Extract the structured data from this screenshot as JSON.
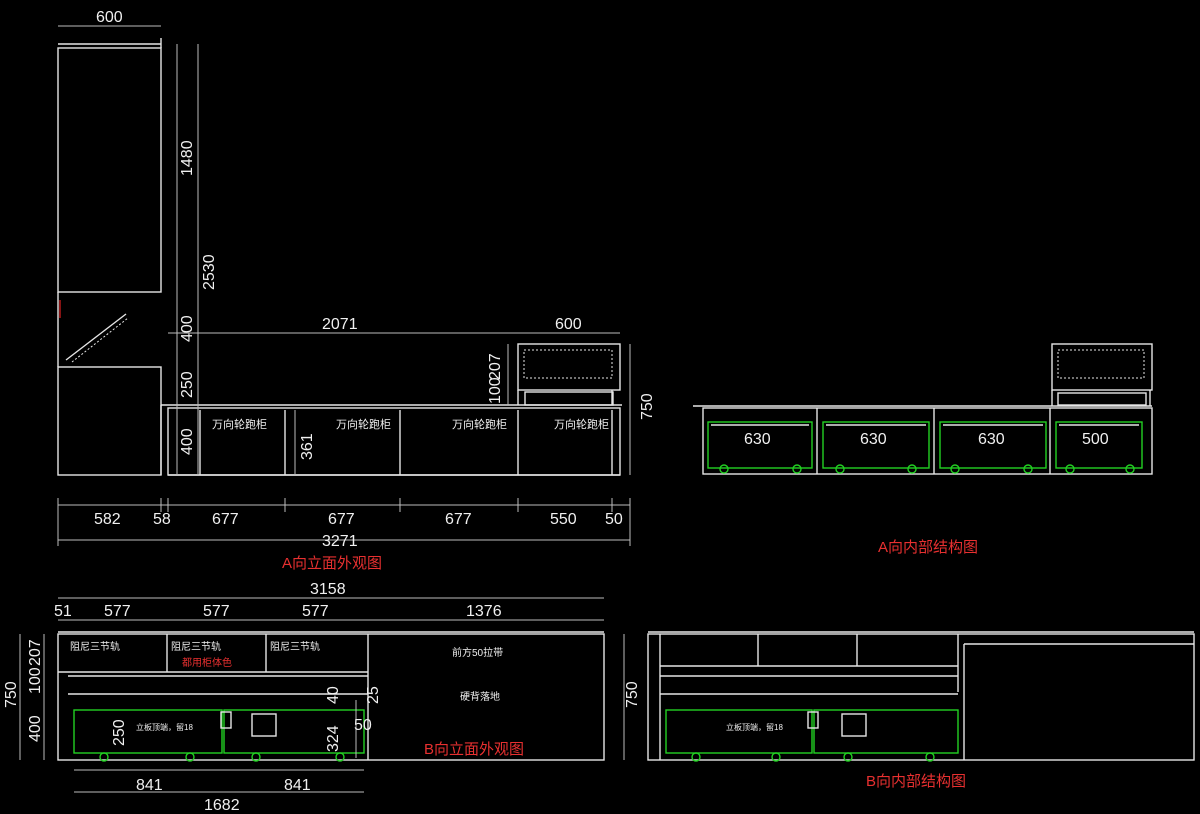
{
  "drawing": {
    "view_titles": {
      "a_elevation": "A向立面外观图",
      "a_internal": "A向内部结构图",
      "b_elevation": "B向立面外观图",
      "b_internal": "B向内部结构图"
    },
    "dimensions_a": {
      "top_width": "600",
      "tall_upper": "1480",
      "tall_total": "2530",
      "gap_400": "400",
      "gap_250": "250",
      "base_400": "400",
      "run_2071": "2071",
      "right_600": "600",
      "right_207": "207",
      "right_100": "100",
      "right_750": "750",
      "door_361": "361",
      "bottom_582": "582",
      "bottom_58": "58",
      "bottom_677a": "677",
      "bottom_677b": "677",
      "bottom_677c": "677",
      "bottom_550": "550",
      "bottom_50": "50",
      "total_3271": "3271"
    },
    "labels_a": {
      "cab1": "万向轮跑柜",
      "cab2": "万向轮跑柜",
      "cab3": "万向轮跑柜",
      "cab4": "万向轮跑柜"
    },
    "internal_a": {
      "d1": "630",
      "d2": "630",
      "d3": "630",
      "d4": "500"
    },
    "dimensions_b": {
      "total_3158": "3158",
      "d51": "51",
      "d577a": "577",
      "d577b": "577",
      "d577c": "577",
      "d1376": "1376",
      "h750": "750",
      "h207": "207",
      "h100": "100",
      "h400": "400",
      "d250": "250",
      "d40": "40",
      "d25": "25",
      "d324": "324",
      "d50": "50",
      "w841a": "841",
      "w841b": "841",
      "w1682": "1682",
      "right750": "750"
    },
    "labels_b": {
      "rail1": "阻尼三节轨",
      "rail2": "阻尼三节轨",
      "rail3": "阻尼三节轨",
      "body_color": "都用柜体色",
      "front_strap": "前方50拉带",
      "hard_back": "硬背落地",
      "note_left": "立板顶端，留18",
      "note_right": "立板顶端，留18"
    }
  }
}
